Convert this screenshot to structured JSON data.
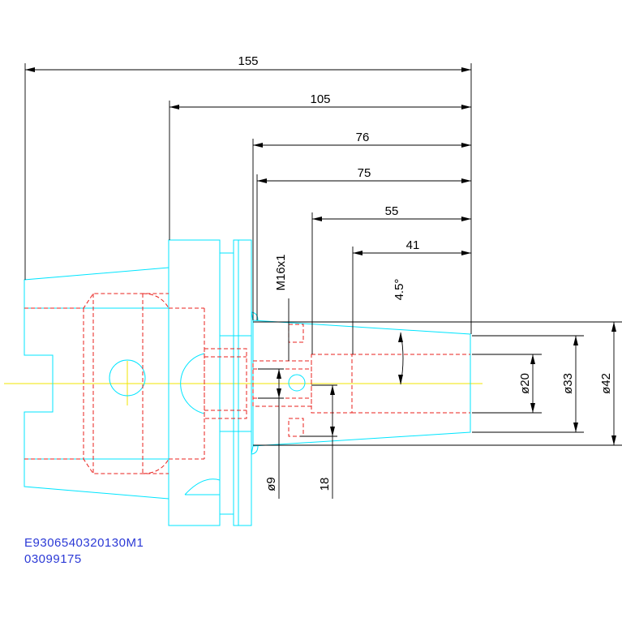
{
  "dimensions": {
    "length_155": "155",
    "length_105": "105",
    "length_76": "76",
    "length_75": "75",
    "length_55": "55",
    "length_41": "41",
    "thread": "M16x1",
    "angle": "4.5°",
    "dia_20": "ø20",
    "dia_33": "ø33",
    "dia_42": "ø42",
    "dia_9": "ø9",
    "length_18": "18"
  },
  "part_codes": {
    "line1": "E9306540320130M1",
    "line2": "03099175"
  },
  "colors": {
    "outline": "#00e5ff",
    "hidden": "#e8201c",
    "centerline": "#f2e600",
    "dimension": "#000000",
    "code_text": "#2b39d6"
  }
}
